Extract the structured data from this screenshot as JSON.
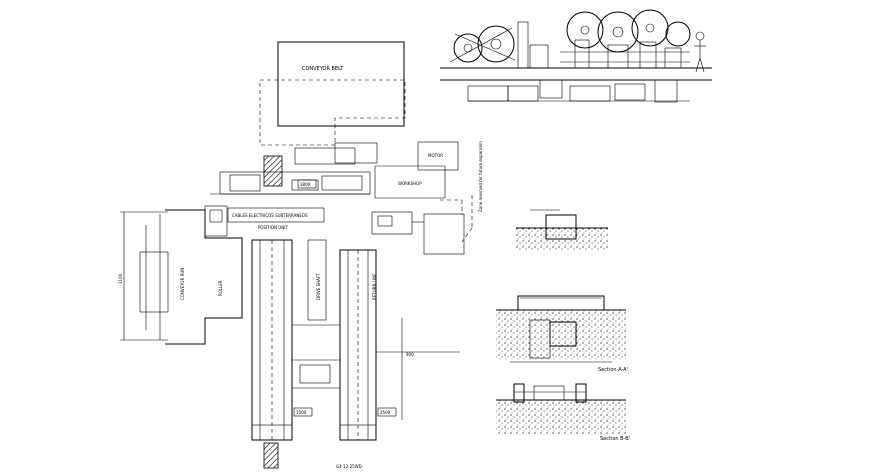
{
  "labels": {
    "top_box": "CONVEYOR BELT",
    "small_box": "MOTOR",
    "mid_box": "WORKSHOP",
    "section_a": "Section A-A'",
    "section_b": "Section B-B'",
    "drawing_code": "G4-12-25WD",
    "main_label_1": "CABLES ELECTRICOS SUBTERRANEOS",
    "main_label_2": "POSITION UNIT",
    "vert_label_left": "CONVEYOR RUN",
    "vert_label_left2": "ROLLER",
    "vert_label_mid": "DRIVE SHAFT",
    "vert_label_right": "RETURN LINE",
    "side_note": "Zone reserved for future expansion",
    "dim_tag_1": "2800",
    "dim_tag_2": "1500",
    "dim_tag_3": "2500",
    "dim_tag_4": "900",
    "dim_left": "1100"
  },
  "colors": {
    "ink": "#000000",
    "background": "#ffffff"
  }
}
